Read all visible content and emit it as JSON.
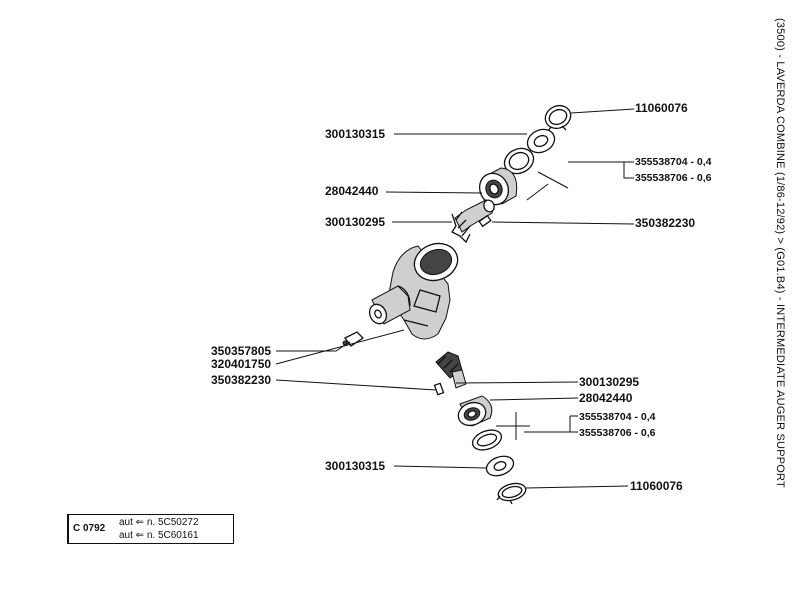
{
  "title": "(3500) - LAVERDA COMBINE (1/86-12/92) > (G01.B4) - INTERMEDIATE AUGER SUPPORT",
  "catalog": {
    "code": "C 0792",
    "line1": "aut ⇐ n. 5C50272",
    "line2": "aut ⇐ n. 5C60161"
  },
  "labels": {
    "p_11060076_top": "11060076",
    "p_300130315_top": "300130315",
    "p_355538704_top": "355538704 - 0,4",
    "p_355538706_top": "355538706 - 0,6",
    "p_28042440_top": "28042440",
    "p_300130295_top": "300130295",
    "p_350382230_top": "350382230",
    "p_350357805": "350357805",
    "p_320401750": "320401750",
    "p_350382230_left": "350382230",
    "p_300130295_bottom": "300130295",
    "p_28042440_bottom": "28042440",
    "p_355538704_bottom": "355538704 - 0,4",
    "p_355538706_bottom": "355538706 - 0,6",
    "p_300130315_bottom": "300130315",
    "p_11060076_bottom": "11060076"
  }
}
